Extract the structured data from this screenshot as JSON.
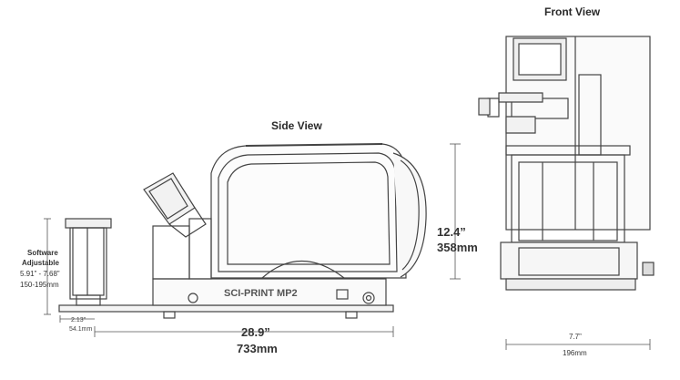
{
  "titles": {
    "front_view": "Front View",
    "side_view": "Side View"
  },
  "side_dimensions": {
    "height_in": "12.4”",
    "height_mm": "358mm",
    "length_in": "28.9”",
    "length_mm": "733mm",
    "offset_in": "2.13”",
    "offset_mm": "54.1mm"
  },
  "adjustable": {
    "line1": "Software",
    "line2": "Adjustable",
    "line3": "5.91” - 7.68”",
    "line4": "150-195mm"
  },
  "front_dimensions": {
    "width_in": "7.7”",
    "width_mm": "196mm"
  },
  "machine_label": "SCI-PRINT MP2"
}
